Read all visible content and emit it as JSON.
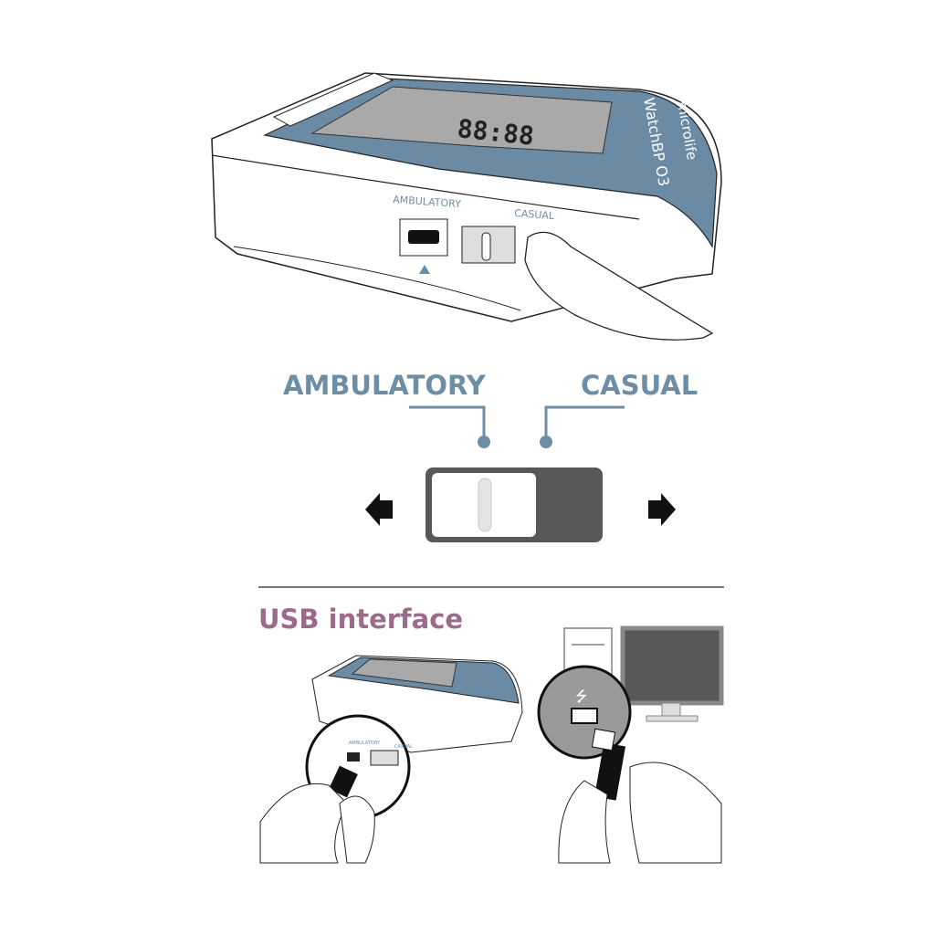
{
  "device": {
    "brand": "microlife",
    "model": "WatchBP O3",
    "port_label_ambulatory": "AMBULATORY",
    "port_label_casual": "CASUAL"
  },
  "switch_diagram": {
    "ambulatory_label": "AMBULATORY",
    "casual_label": "CASUAL",
    "left_arrow_icon": "arrow-left-icon",
    "right_arrow_icon": "arrow-right-icon"
  },
  "usb_section": {
    "heading": "USB interface",
    "small_ambulatory": "AMBULATORY",
    "small_casual": "CASUAL",
    "usb_icon": "usb-icon"
  },
  "colors": {
    "device_blue": "#6b8ba5",
    "label_blue": "#6e8ea6",
    "heading_purple": "#9b6b8c",
    "switch_dark": "#58585a",
    "lcd_gray": "#a9a9a9"
  }
}
